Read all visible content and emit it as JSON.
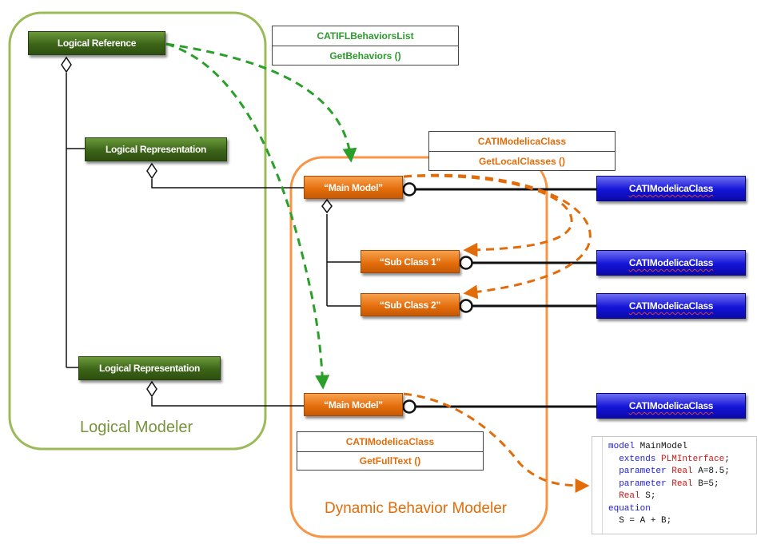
{
  "colors": {
    "green_container": "#9bbb59",
    "orange_container": "#f79646",
    "green_box": "#3c6418",
    "orange_box": "#e36c0a",
    "blue_box": "#1414d8",
    "green_arrow": "#2aa02a",
    "orange_arrow": "#e36c0a"
  },
  "containers": {
    "logical_modeler": "Logical Modeler",
    "dynamic_behavior_modeler": "Dynamic Behavior Modeler"
  },
  "logical": {
    "reference": "Logical Reference",
    "representation_1": "Logical Representation",
    "representation_2": "Logical Representation"
  },
  "dynamic": {
    "main_model_1": "“Main Model”",
    "sub_class_1": "“Sub Class 1”",
    "sub_class_2": "“Sub Class 2”",
    "main_model_2": "“Main Model”"
  },
  "interfaces": {
    "behaviors": {
      "name": "CATIFLBehaviorsList",
      "method": "GetBehaviors ()"
    },
    "local_classes": {
      "name": "CATIModelicaClass",
      "method": "GetLocalClasses ()"
    },
    "full_text": {
      "name": "CATIModelicaClass",
      "method": "GetFullText ()"
    }
  },
  "blue_boxes": [
    "CATIModelicaClass",
    "CATIModelicaClass",
    "CATIModelicaClass",
    "CATIModelicaClass"
  ],
  "code": [
    [
      {
        "c": "kw",
        "t": "model "
      },
      {
        "c": "tx",
        "t": "MainModel"
      }
    ],
    [
      {
        "c": "tx",
        "t": "  "
      },
      {
        "c": "kw",
        "t": "extends "
      },
      {
        "c": "ty",
        "t": "PLMInterface"
      },
      {
        "c": "tx",
        "t": ";"
      }
    ],
    [
      {
        "c": "tx",
        "t": "  "
      },
      {
        "c": "kw",
        "t": "parameter "
      },
      {
        "c": "ty",
        "t": "Real "
      },
      {
        "c": "tx",
        "t": "A=8.5;"
      }
    ],
    [
      {
        "c": "tx",
        "t": "  "
      },
      {
        "c": "kw",
        "t": "parameter "
      },
      {
        "c": "ty",
        "t": "Real "
      },
      {
        "c": "tx",
        "t": "B=5;"
      }
    ],
    [
      {
        "c": "tx",
        "t": "  "
      },
      {
        "c": "ty",
        "t": "Real "
      },
      {
        "c": "tx",
        "t": "S;"
      }
    ],
    [
      {
        "c": "kw",
        "t": "equation"
      }
    ],
    [
      {
        "c": "tx",
        "t": "  S = A + B;"
      }
    ]
  ]
}
